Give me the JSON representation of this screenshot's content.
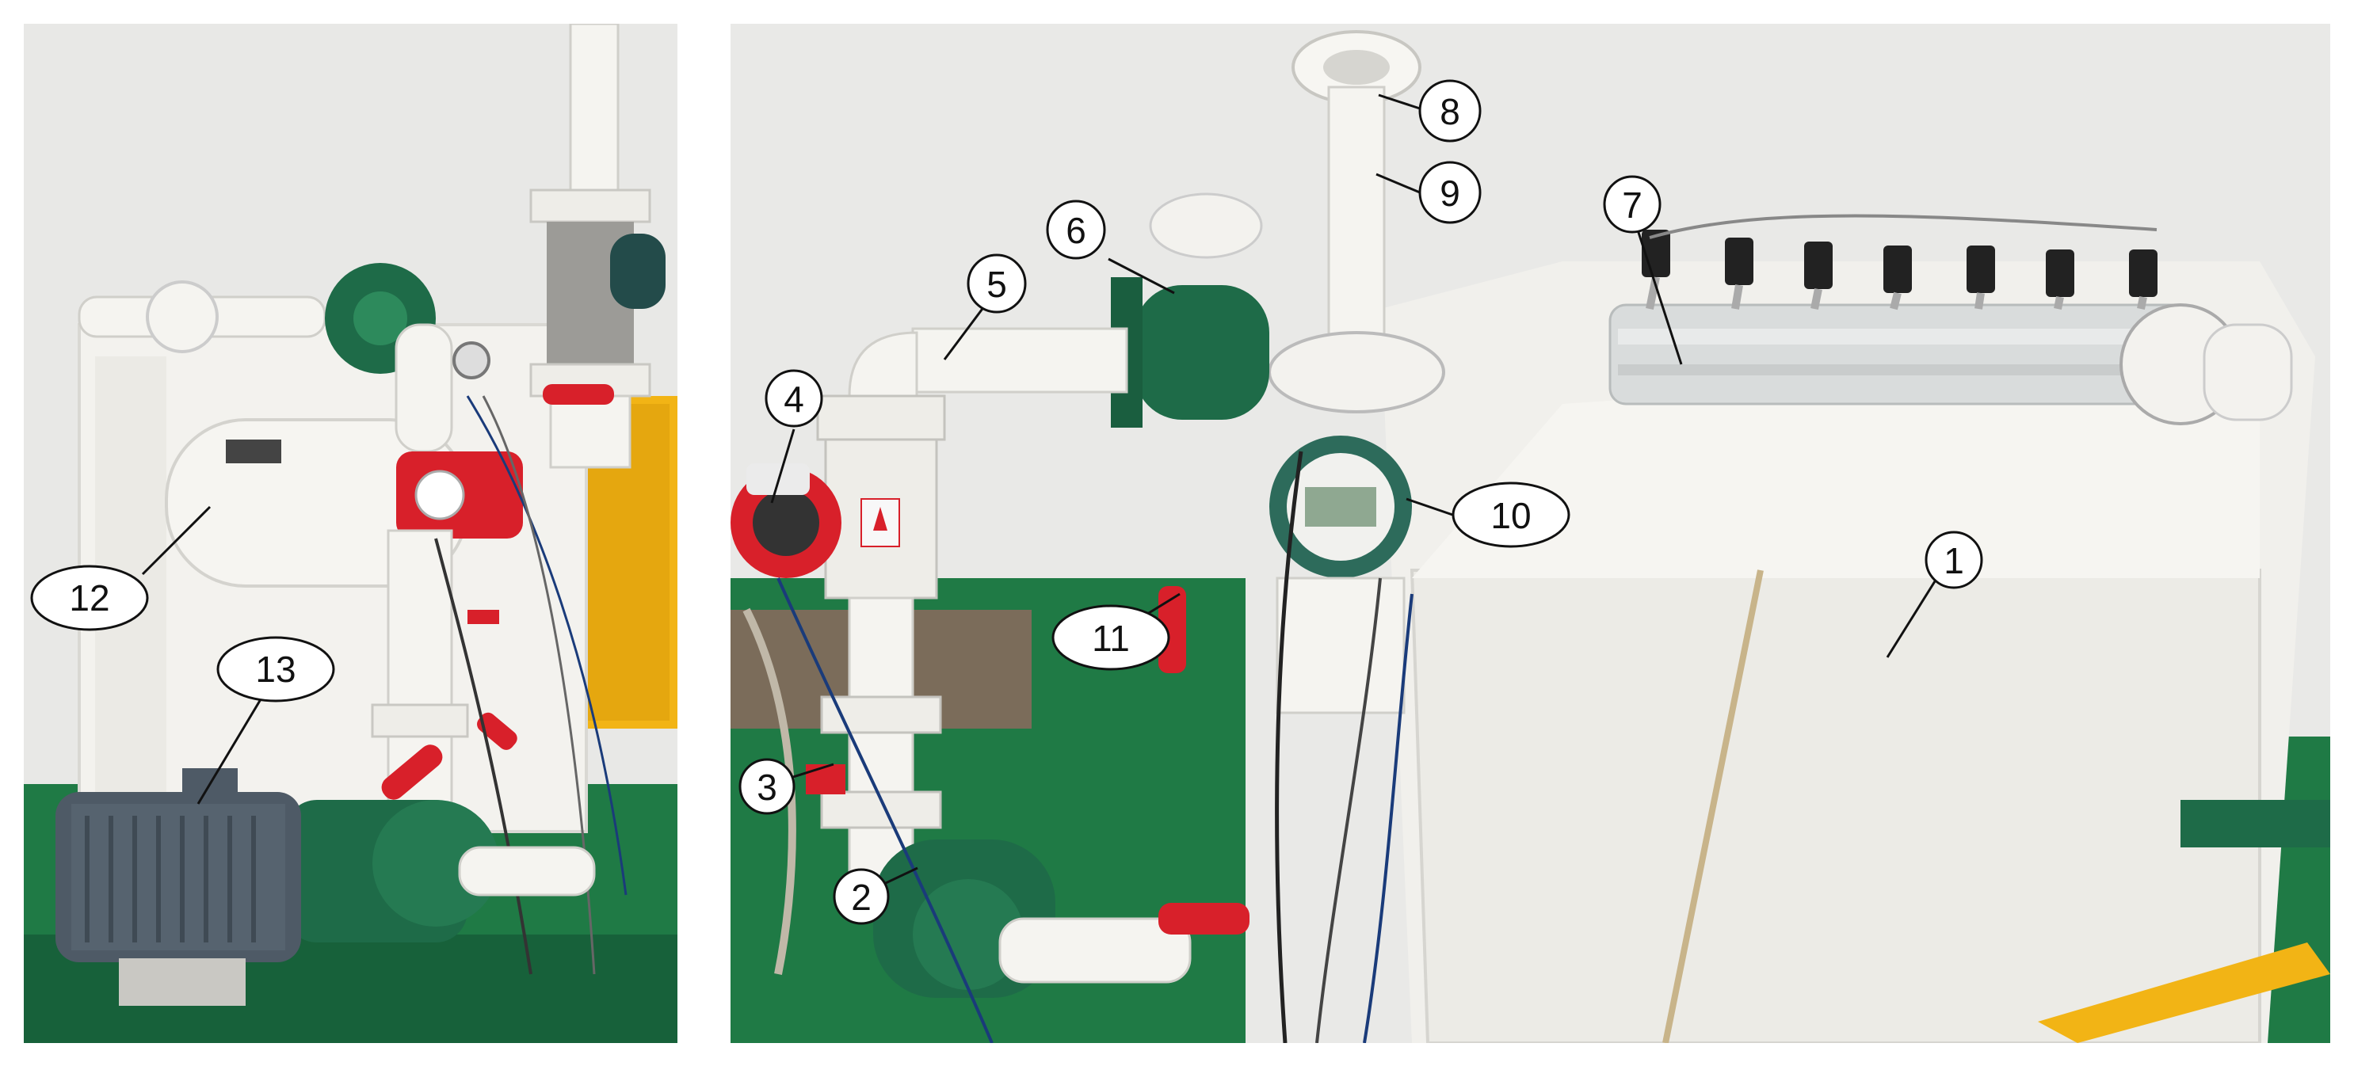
{
  "figure": {
    "left_panel": {
      "labels": [
        {
          "id": "12",
          "text": "12"
        },
        {
          "id": "13",
          "text": "13"
        }
      ]
    },
    "right_panel": {
      "labels": [
        {
          "id": "1",
          "text": "1"
        },
        {
          "id": "2",
          "text": "2"
        },
        {
          "id": "3",
          "text": "3"
        },
        {
          "id": "4",
          "text": "4"
        },
        {
          "id": "5",
          "text": "5"
        },
        {
          "id": "6",
          "text": "6"
        },
        {
          "id": "7",
          "text": "7"
        },
        {
          "id": "8",
          "text": "8"
        },
        {
          "id": "9",
          "text": "9"
        },
        {
          "id": "10",
          "text": "10"
        },
        {
          "id": "11",
          "text": "11"
        }
      ]
    }
  },
  "colors": {
    "wall": "#e9e9e7",
    "floor_green": "#1f7a45",
    "pvc_white": "#f3f2ee",
    "pump_green": "#1e6b48",
    "valve_red": "#d8202a",
    "motor_grey": "#4e5a66",
    "frame_yellow": "#f2b415"
  }
}
